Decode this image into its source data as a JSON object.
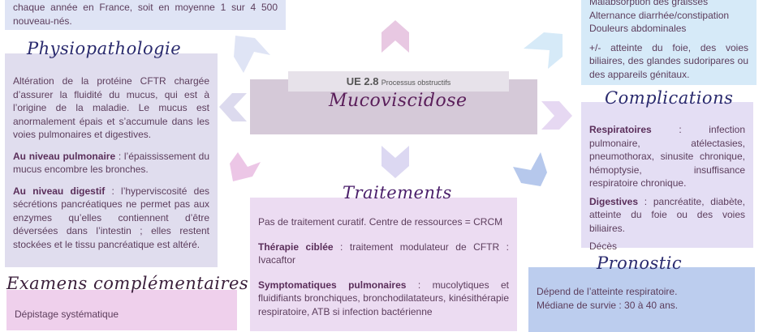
{
  "epidemiology": {
    "lines": [
      "chaque année en France, soit en moyenne 1 sur 4 500",
      "nouveau-nés."
    ]
  },
  "physio": {
    "title": "Physiopathologie",
    "p1": "Altération de la protéine CFTR chargée d’assurer la fluidité du mucus, qui est à l’origine de la maladie. Le mucus est anormalement épais et s’accumule dans les voies pulmonaires et digestives.",
    "p2_label": "Au niveau pulmonaire",
    "p2": " : l’épaississement du mucus encombre les bronches.",
    "p3_label": "Au niveau digestif",
    "p3": " : l’hyperviscosité des sécrétions pancréatiques ne permet pas aux enzymes qu’elles contiennent d’être déversées dans l’intestin ; elles restent stockées et le tissu pancréatique est altéré."
  },
  "examens": {
    "title": "Examens complémentaires",
    "line1": "Dépistage systématique"
  },
  "center": {
    "ue": "UE 2.8",
    "subtitle": "Processus obstructifs",
    "title": "Mucoviscidose"
  },
  "signs": {
    "l1": "Malabsorption des graisses",
    "l2": "Alternance diarrhée/constipation",
    "l3": "Douleurs abdominales",
    "p2": "+/- atteinte du foie, des voies biliaires, des glandes sudoripares ou des appareils génitaux."
  },
  "complications": {
    "title": "Complications",
    "resp_label": "Respiratoires",
    "resp": " : infection pulmonaire, atélectasies, pneumothorax, sinusite chronique, hémoptysie, insuffisance respiratoire chronique.",
    "dig_label": "Digestives",
    "dig": " : pancréatite, diabète, atteinte du foie ou des voies biliaires.",
    "deces": "Décès"
  },
  "traitements": {
    "title": "Traitements",
    "p1": "Pas de traitement curatif. Centre de ressources = CRCM",
    "p2_label": "Thérapie ciblée",
    "p2": " : traitement modulateur de CFTR : Ivacaftor",
    "p3_label": "Symptomatiques pulmonaires",
    "p3": " : mucolytiques et fluidifiants bronchiques, bronchodilatateurs, kinésithérapie respiratoire, ATB si infection bactérienne"
  },
  "pronostic": {
    "title": "Pronostic",
    "l1": "Dépend de l’atteinte respiratoire.",
    "l2": "Médiane de survie : 30 à 40 ans."
  }
}
